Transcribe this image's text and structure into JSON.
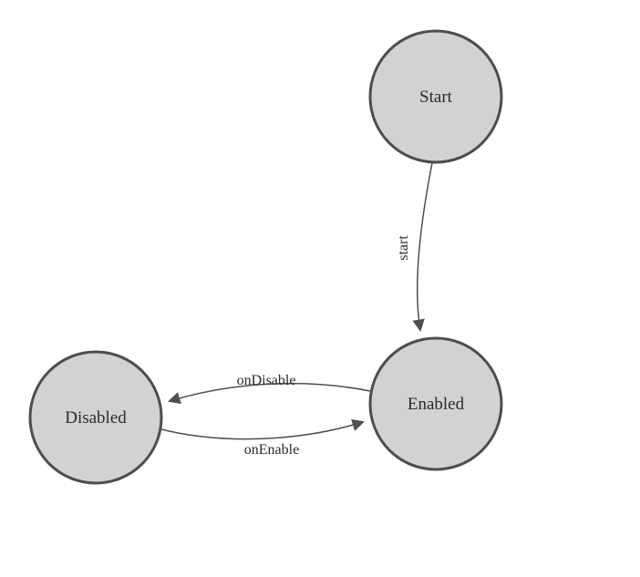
{
  "diagram": {
    "type": "state-machine",
    "background": "#ffffff",
    "colors": {
      "node_fill": "#d2d2d2",
      "node_stroke": "#4d4d4d",
      "edge_stroke": "#4f4f4f",
      "arrow_fill": "#4f4f4f",
      "label_text": "#2b2b2b"
    },
    "nodes": {
      "start": {
        "label": "Start"
      },
      "enabled": {
        "label": "Enabled"
      },
      "disabled": {
        "label": "Disabled"
      }
    },
    "edges": {
      "start_to_enabled": {
        "label": "start",
        "from": "Start",
        "to": "Enabled"
      },
      "enabled_to_disabled": {
        "label": "onDisable",
        "from": "Enabled",
        "to": "Disabled"
      },
      "disabled_to_enabled": {
        "label": "onEnable",
        "from": "Disabled",
        "to": "Enabled"
      }
    }
  }
}
